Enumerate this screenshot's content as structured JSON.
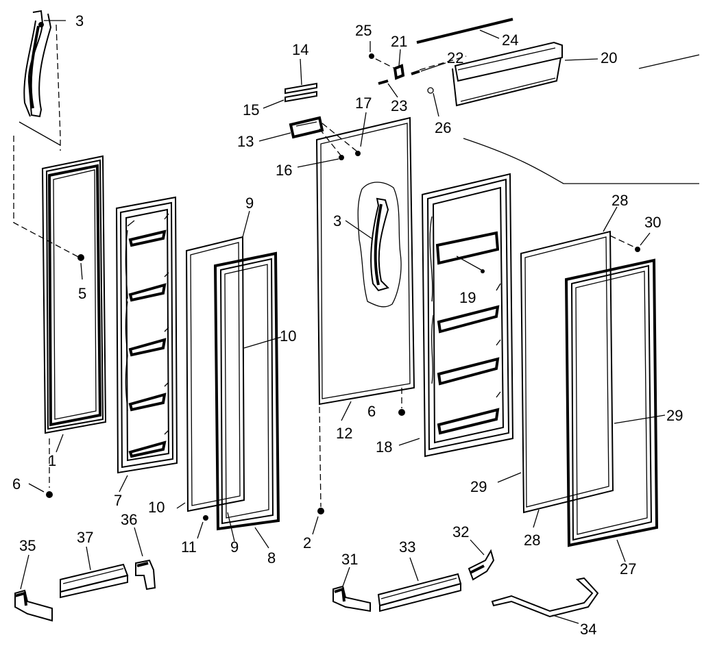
{
  "diagram": {
    "labels": [
      {
        "id": "l3a",
        "text": "3"
      },
      {
        "id": "l5",
        "text": "5"
      },
      {
        "id": "l1",
        "text": "1"
      },
      {
        "id": "l6a",
        "text": "6"
      },
      {
        "id": "l7",
        "text": "7"
      },
      {
        "id": "l9a",
        "text": "9"
      },
      {
        "id": "l10a",
        "text": "10"
      },
      {
        "id": "l10b",
        "text": "10"
      },
      {
        "id": "l11",
        "text": "11"
      },
      {
        "id": "l9b",
        "text": "9"
      },
      {
        "id": "l8",
        "text": "8"
      },
      {
        "id": "l14",
        "text": "14"
      },
      {
        "id": "l15",
        "text": "15"
      },
      {
        "id": "l13",
        "text": "13"
      },
      {
        "id": "l16",
        "text": "16"
      },
      {
        "id": "l17",
        "text": "17"
      },
      {
        "id": "l3b",
        "text": "3"
      },
      {
        "id": "l12",
        "text": "12"
      },
      {
        "id": "l6b",
        "text": "6"
      },
      {
        "id": "l2",
        "text": "2"
      },
      {
        "id": "l25",
        "text": "25"
      },
      {
        "id": "l21",
        "text": "21"
      },
      {
        "id": "l24",
        "text": "24"
      },
      {
        "id": "l22",
        "text": "22"
      },
      {
        "id": "l20",
        "text": "20"
      },
      {
        "id": "l23",
        "text": "23"
      },
      {
        "id": "l26",
        "text": "26"
      },
      {
        "id": "l19",
        "text": "19"
      },
      {
        "id": "l18",
        "text": "18"
      },
      {
        "id": "l28a",
        "text": "28"
      },
      {
        "id": "l30",
        "text": "30"
      },
      {
        "id": "l29a",
        "text": "29"
      },
      {
        "id": "l29b",
        "text": "29"
      },
      {
        "id": "l28b",
        "text": "28"
      },
      {
        "id": "l27",
        "text": "27"
      },
      {
        "id": "l35",
        "text": "35"
      },
      {
        "id": "l37",
        "text": "37"
      },
      {
        "id": "l36",
        "text": "36"
      },
      {
        "id": "l31",
        "text": "31"
      },
      {
        "id": "l33",
        "text": "33"
      },
      {
        "id": "l32",
        "text": "32"
      },
      {
        "id": "l34",
        "text": "34"
      }
    ]
  }
}
